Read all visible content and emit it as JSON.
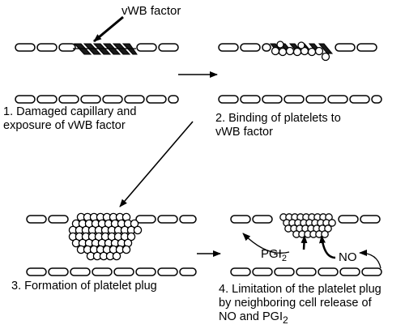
{
  "figure": {
    "panels": [
      {
        "number": "1.",
        "caption_lines": [
          "Damaged capillary and",
          "exposure of vWB factor"
        ],
        "callout": "vWB factor"
      },
      {
        "number": "2.",
        "caption_lines": [
          "Binding of platelets to",
          "vWB factor"
        ]
      },
      {
        "number": "3.",
        "caption_lines": [
          "Formation of platelet plug"
        ]
      },
      {
        "number": "4.",
        "caption_lines": [
          "Limitation of the platelet plug",
          "by neighboring cell release of",
          "NO and PGI"
        ],
        "caption_subscript": "2",
        "labels": {
          "pgi": "PGI",
          "pgi_sub": "2",
          "no": "NO"
        }
      }
    ]
  }
}
